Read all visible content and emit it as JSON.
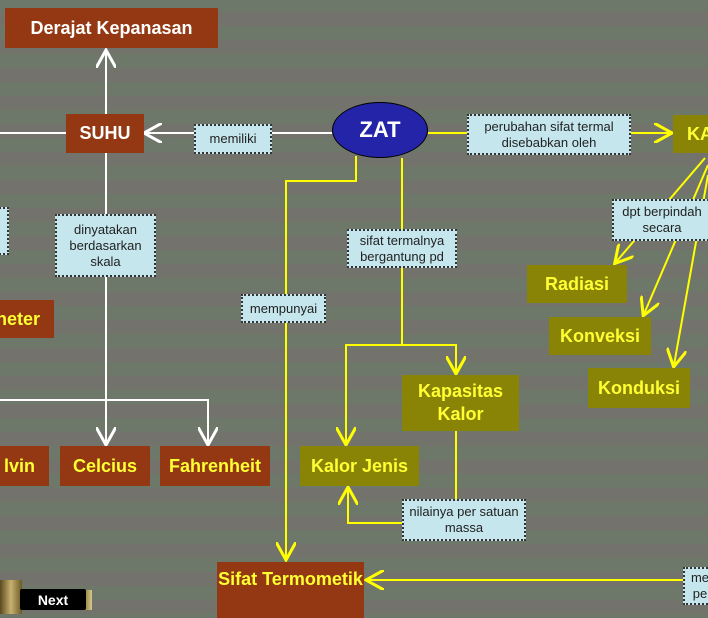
{
  "nodes": {
    "derajat_kepanasan": "Derajat Kepanasan",
    "suhu": "SUHU",
    "zat": "ZAT",
    "ka_partial": "KA",
    "radiasi": "Radiasi",
    "konveksi": "Konveksi",
    "konduksi": "Konduksi",
    "termometer_partial": "neter",
    "kapasitas_kalor": "Kapasitas Kalor",
    "kelvin_partial": "lvin",
    "celcius": "Celcius",
    "fahrenheit": "Fahrenheit",
    "kalor_jenis": "Kalor Jenis",
    "sifat_termometik": "Sifat Termometik"
  },
  "labels": {
    "memiliki": "memiliki",
    "perubahan": "perubahan sifat termal disebabkan oleh",
    "dpt_berpindah": "dpt berpindah secara",
    "dinyatakan": "dinyatakan berdasarkan skala",
    "sifat_termalnya": "sifat termalnya bergantung pd",
    "mempunyai": "mempunyai",
    "nilainya": "nilainya per satuan massa",
    "right_partial": "me pe"
  },
  "nav": {
    "next_label": "Next"
  },
  "colors": {
    "brown": "#933812",
    "olive": "#8a8406",
    "ellipse": "#2424a8",
    "label_bg": "#c4e6ec",
    "connector_yellow": "#ffff00"
  }
}
